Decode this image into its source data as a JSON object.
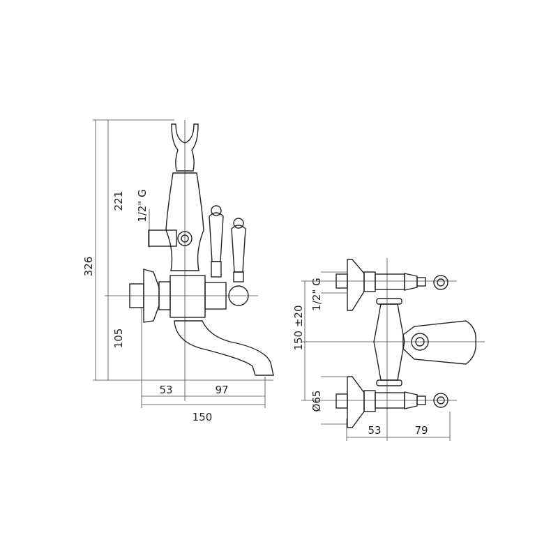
{
  "side_view": {
    "dims": {
      "total_height": "326",
      "upper_height": "221",
      "lower_height": "105",
      "thread": "1/2\" G",
      "wall_to_axis": "53",
      "axis_to_spout": "97",
      "total_depth": "150"
    }
  },
  "front_view": {
    "dims": {
      "center_distance": "150 ±20",
      "thread": "1/2\" G",
      "flange_diameter": "Ø65",
      "wall_to_axis": "53",
      "axis_to_handle": "79"
    }
  }
}
